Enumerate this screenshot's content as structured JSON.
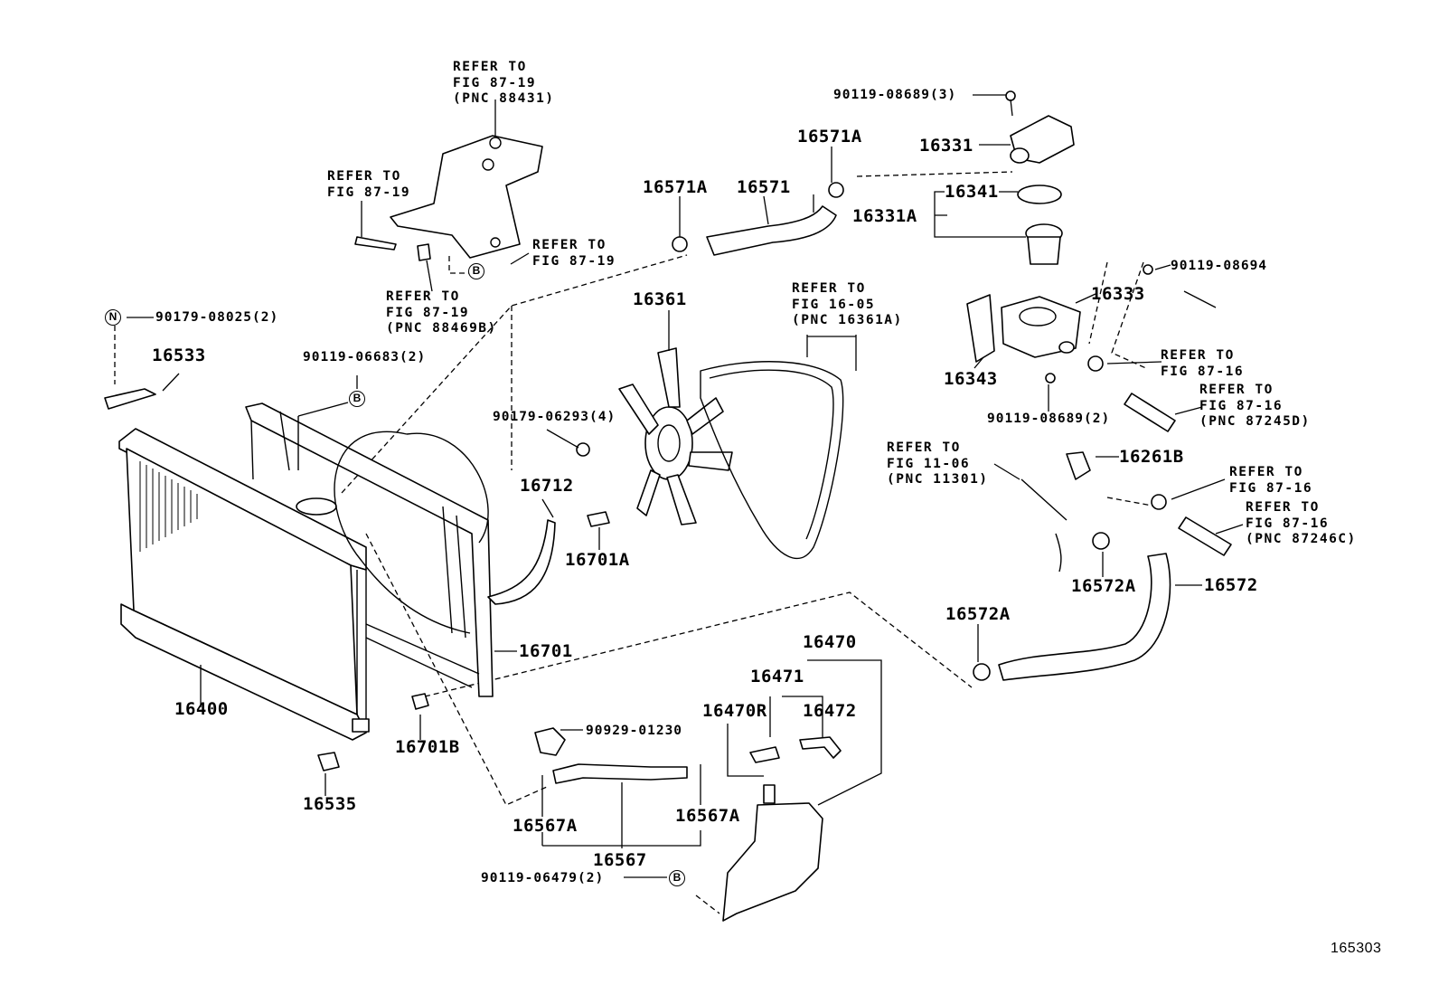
{
  "diagram_id": "165303",
  "labels": {
    "l16400": "16400",
    "l16535": "16535",
    "l16533": "16533",
    "l90179_08025": "90179-08025(2)",
    "l90119_06683": "90119-06683(2)",
    "l16701": "16701",
    "l16701B": "16701B",
    "l16712": "16712",
    "l16701A": "16701A",
    "l90179_06293": "90179-06293(4)",
    "l16361": "16361",
    "l16571A_left": "16571A",
    "l16571": "16571",
    "l16571A_top": "16571A",
    "l90119_08689_3": "90119-08689(3)",
    "l16331": "16331",
    "l16341": "16341",
    "l16331A": "16331A",
    "l90119_08694": "90119-08694",
    "l16333": "16333",
    "l16343": "16343",
    "l90119_08689_2": "90119-08689(2)",
    "l16261B": "16261B",
    "l16572A_upper": "16572A",
    "l16572": "16572",
    "l16572A_lower": "16572A",
    "l16470": "16470",
    "l16471": "16471",
    "l16470R": "16470R",
    "l16472": "16472",
    "l90929_01230": "90929-01230",
    "l16567A_left": "16567A",
    "l16567A_right": "16567A",
    "l16567": "16567",
    "l90119_06479": "90119-06479(2)"
  },
  "refs": {
    "r_bracket_top": "REFER TO\nFIG 87-19\n(PNC 88431)",
    "r_bolt_left": "REFER TO\nFIG 87-19",
    "r_bracket_right": "REFER TO\nFIG 87-19",
    "r_nut": "REFER TO\nFIG 87-19\n(PNC 88469B)",
    "r_belt": "REFER TO\nFIG 16-05\n(PNC 16361A)",
    "r_clamp_87_16_a": "REFER TO\nFIG 87-16",
    "r_hose_87245D": "REFER TO\nFIG 87-16\n(PNC 87245D)",
    "r_sensor_11_06": "REFER TO\nFIG 11-06\n(PNC 11301)",
    "r_clamp_87_16_b": "REFER TO\nFIG 87-16",
    "r_hose_87246C": "REFER TO\nFIG 87-16\n(PNC 87246C)"
  },
  "markers": {
    "m_n": "N",
    "m_b1": "B",
    "m_b2": "B",
    "m_b3": "B"
  }
}
